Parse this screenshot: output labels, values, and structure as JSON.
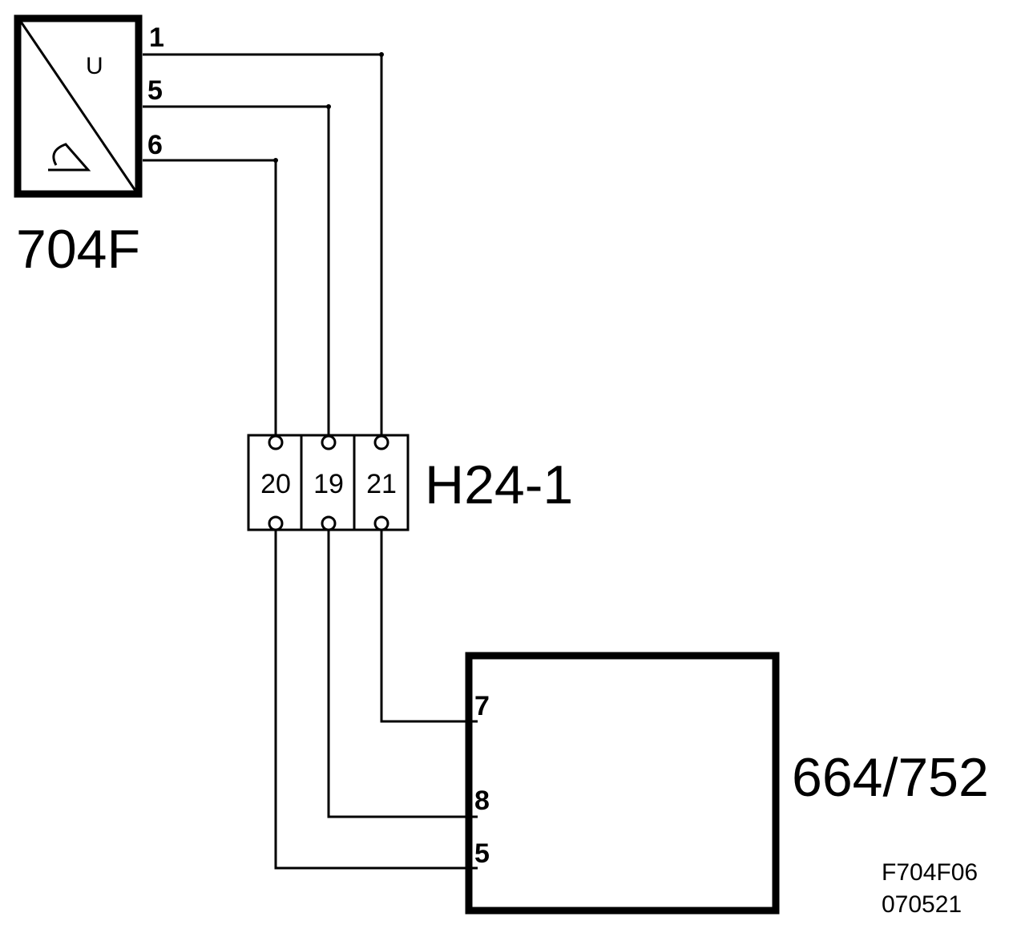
{
  "sensor": {
    "id": "704F",
    "symbol_label": "U",
    "pins": {
      "a": "1",
      "b": "5",
      "c": "6"
    }
  },
  "terminal_block": {
    "id": "H24-1",
    "terminals": [
      "20",
      "19",
      "21"
    ]
  },
  "controller": {
    "id": "664/752",
    "pins": {
      "a": "7",
      "b": "8",
      "c": "5"
    }
  },
  "drawing_code": {
    "line1": "F704F06",
    "line2": "070521"
  },
  "colors": {
    "line": "#000000",
    "background": "#ffffff"
  }
}
